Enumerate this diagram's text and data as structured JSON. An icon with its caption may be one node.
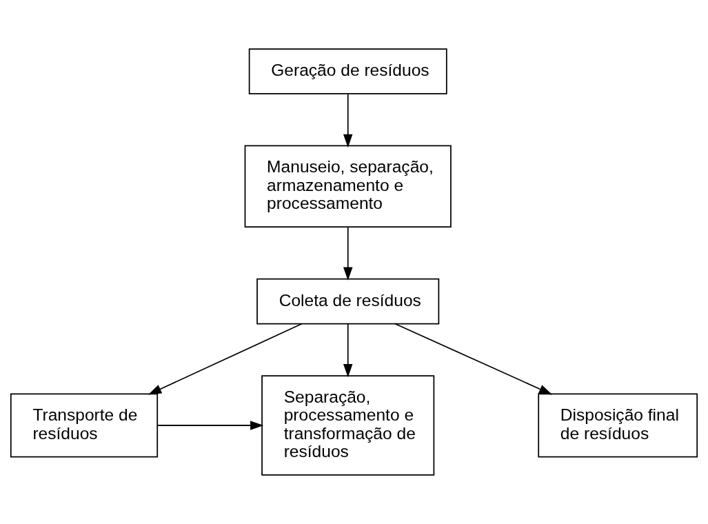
{
  "diagram": {
    "nodes": [
      {
        "text": [
          "Geração de resíduos"
        ]
      },
      {
        "text": [
          "Manuseio, separação, armazenamento e processamento"
        ]
      },
      {
        "text": [
          "Coleta de resíduos"
        ]
      },
      {
        "text": [
          "Transporte de resíduos"
        ]
      },
      {
        "text": [
          "Separação, processamento e transformação de resíduos"
        ]
      },
      {
        "text": [
          "Disposição final de resíduos"
        ]
      }
    ],
    "edges": [
      {
        "from": 0,
        "to": 1,
        "arrow": "to"
      },
      {
        "from": 1,
        "to": 2,
        "arrow": "to"
      },
      {
        "from": 2,
        "to": 3,
        "arrow": "to"
      },
      {
        "from": 2,
        "to": 5,
        "arrow": "to"
      },
      {
        "from": 2,
        "to": 4,
        "arrow": "to"
      },
      {
        "from": 3,
        "to": 4,
        "arrow": "to"
      }
    ]
  }
}
